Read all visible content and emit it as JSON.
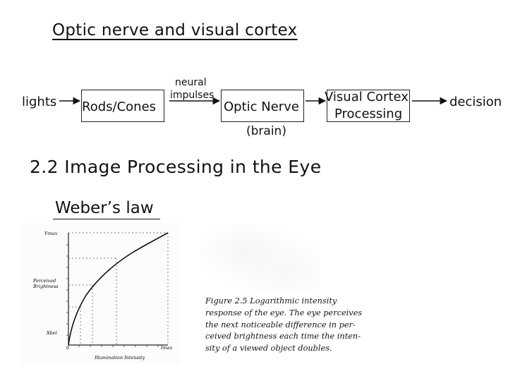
{
  "title": "Optic nerve and visual cortex",
  "flow": {
    "lights": "lights",
    "rods_cones": "Rods/Cones",
    "neural_impulses_line1": "neural",
    "neural_impulses_line2": "impulses",
    "optic_nerve": "Optic Nerve",
    "brain": "(brain)",
    "visual_cortex_line1": "Visual Cortex",
    "visual_cortex_line2": "Processing",
    "decision": "decision"
  },
  "section_heading": "2.2  Image Processing in the Eye",
  "subheading": "Weber’s law",
  "figure": {
    "y_top_label": "Vmax",
    "y_label_line1": "Perceived",
    "y_label_line2": "Brightness",
    "y_bottom_label": "Xbel",
    "x_left_label": "0",
    "x_right_label": "Imax",
    "x_label": "Illumination Intensity",
    "caption_title": "Figure 2.5",
    "caption_text": "Logarithmic intensity response of the eye. The eye perceives the next noticeable difference in perceived brightness each time the intensity of a viewed object doubles.",
    "caption_lines": [
      "Figure 2.5  Logarithmic intensity",
      "response of the eye. The eye perceives",
      "the next noticeable difference in per-",
      "ceived brightness each time the inten-",
      "sity of a viewed object doubles."
    ]
  }
}
